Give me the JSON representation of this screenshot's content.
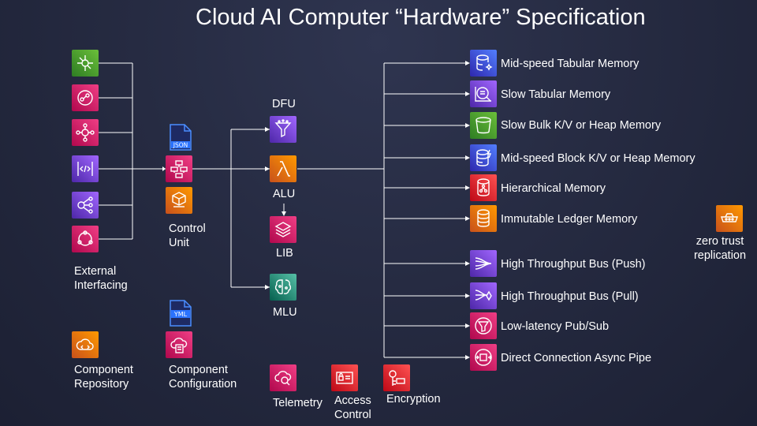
{
  "title": "Cloud AI Computer “Hardware” Specification",
  "colors": {
    "background": "#262b42",
    "wire": "#ffffff",
    "green": "#3f8624",
    "pink": "#e7157b",
    "purple": "#8c4fff",
    "orange": "#ed7100",
    "blue": "#3b48cc",
    "red": "#dd344c",
    "teal": "#01a88d"
  },
  "external_interfacing": {
    "label": "External\nInterfacing",
    "icons": [
      "api-network-icon",
      "eventbridge-pipe-icon",
      "event-bus-icon",
      "api-gateway-icon",
      "sns-fanout-icon",
      "event-router-icon"
    ]
  },
  "control_unit": {
    "label": "Control\nUnit",
    "file_badge": "JSON"
  },
  "processors": {
    "dfu": "DFU",
    "alu": "ALU",
    "lib": "LIB",
    "mlu": "MLU"
  },
  "memories": [
    "Mid-speed Tabular Memory",
    "Slow Tabular Memory",
    "Slow Bulk K/V or Heap Memory",
    "Mid-speed Block K/V or Heap Memory",
    "Hierarchical Memory",
    "Immutable Ledger Memory"
  ],
  "buses": [
    "High Throughput Bus (Push)",
    "High Throughput Bus (Pull)",
    "Low-latency Pub/Sub",
    "Direct Connection Async Pipe"
  ],
  "replication": {
    "label": "zero trust\nreplication"
  },
  "component_repository": {
    "label": "Component\nRepository"
  },
  "component_configuration": {
    "label": "Component\nConfiguration",
    "file_badge": "YML"
  },
  "security": {
    "telemetry": "Telemetry",
    "access_control": "Access\nControl",
    "encryption": "Encryption"
  }
}
